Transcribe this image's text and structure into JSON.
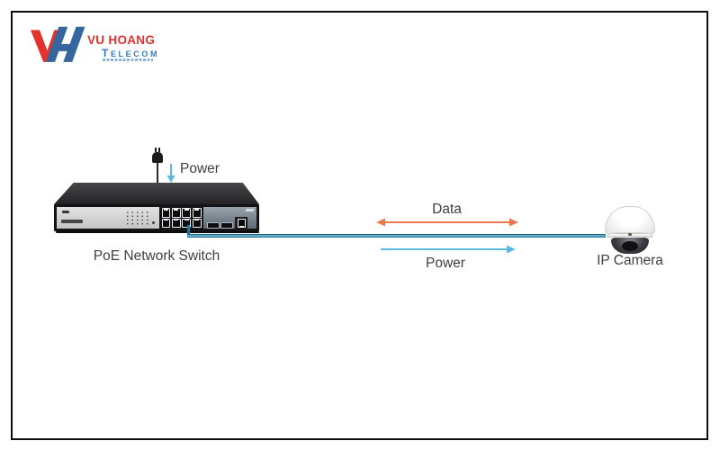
{
  "logo": {
    "brand": "VU HOANG",
    "sub_brand": "TELECOM",
    "brand_color": "#e2322b",
    "sub_brand_color": "#3579c0"
  },
  "switch": {
    "label": "PoE Network Switch",
    "power_in_label": "Power",
    "port_count": 8
  },
  "link": {
    "data_label": "Data",
    "power_label": "Power",
    "data_arrow_color": "#e8794f",
    "power_arrow_color": "#5bbadf",
    "cable_color": "#2e7396"
  },
  "camera": {
    "label": "IP Camera"
  }
}
